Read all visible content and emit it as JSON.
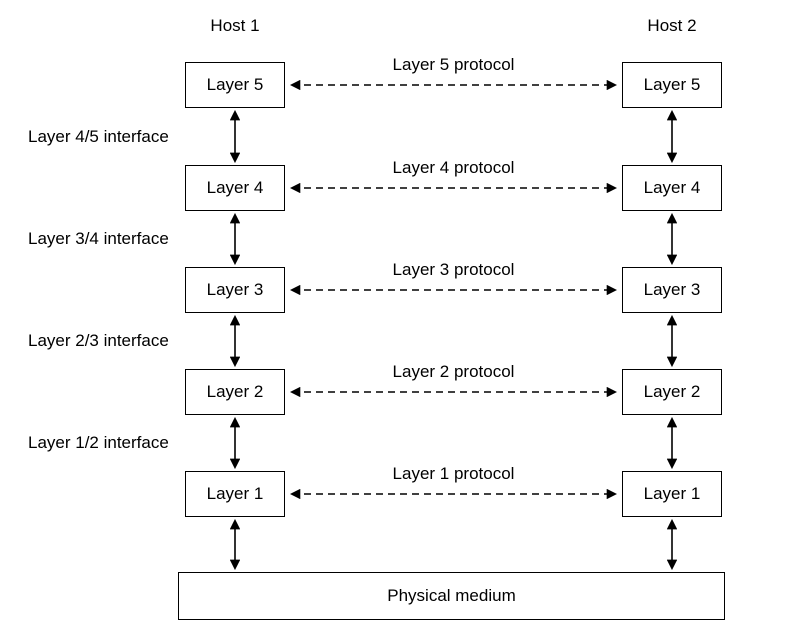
{
  "diagram": {
    "hosts": {
      "host1": "Host 1",
      "host2": "Host 2"
    },
    "layers": [
      {
        "label": "Layer 5",
        "protocol": "Layer 5 protocol"
      },
      {
        "label": "Layer 4",
        "protocol": "Layer 4 protocol"
      },
      {
        "label": "Layer 3",
        "protocol": "Layer 3 protocol"
      },
      {
        "label": "Layer 2",
        "protocol": "Layer 2 protocol"
      },
      {
        "label": "Layer 1",
        "protocol": "Layer 1 protocol"
      }
    ],
    "interfaces": [
      "Layer 4/5 interface",
      "Layer 3/4 interface",
      "Layer 2/3 interface",
      "Layer 1/2 interface"
    ],
    "physical_medium": "Physical medium",
    "line_color": "#000000"
  }
}
